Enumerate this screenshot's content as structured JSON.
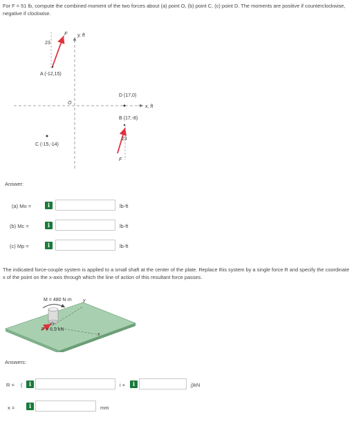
{
  "problem1": {
    "text": "For F = 51 lb, compute the combined moment of the two forces about (a) point O, (b) point C, (c) point D. The moments are positive if counterclockwise, negative if clockwise."
  },
  "figure1": {
    "labels": {
      "F_top": "F",
      "y_axis": "y, ft",
      "angle_top": "23",
      "point_A": "A (-12,15)",
      "origin": "O",
      "point_D": "D (17,0)",
      "x_axis": "x, ft",
      "point_B": "B (17,-8)",
      "point_C": "C (-15,-14)",
      "angle_bottom": "23",
      "F_bottom": "F"
    },
    "colors": {
      "force": "#e0323c",
      "axes": "#777777"
    }
  },
  "answer_heading": "Answer:",
  "answers1": [
    {
      "label": "(a)  Mo =",
      "unit": "lb-ft",
      "value": ""
    },
    {
      "label": "(b)  Mc =",
      "unit": "lb-ft",
      "value": ""
    },
    {
      "label": "(c)  Mp =",
      "unit": "lb-ft",
      "value": ""
    }
  ],
  "info_icon": "i",
  "problem2": {
    "text": "The indicated force-couple system is applied to a small shaft at the center of the plate. Replace this system by a single force R and specify the coordinate x of the point on the x-axis through which the line of action of this resultant force passes."
  },
  "figure2": {
    "labels": {
      "moment": "M = 480 N·m",
      "y": "y",
      "origin": "O",
      "force": "F = 6.9 kN",
      "x": "x"
    },
    "colors": {
      "plate": "#a8d0b0",
      "force": "#e0323c"
    }
  },
  "answers_heading": "Answers:",
  "answers2": {
    "r_label": "R =",
    "open_paren": "(",
    "i_sep": "i +",
    "j_unit": "j)kN",
    "r_i_value": "",
    "r_j_value": "",
    "x_label": "x =",
    "x_unit": "mm",
    "x_value": ""
  }
}
